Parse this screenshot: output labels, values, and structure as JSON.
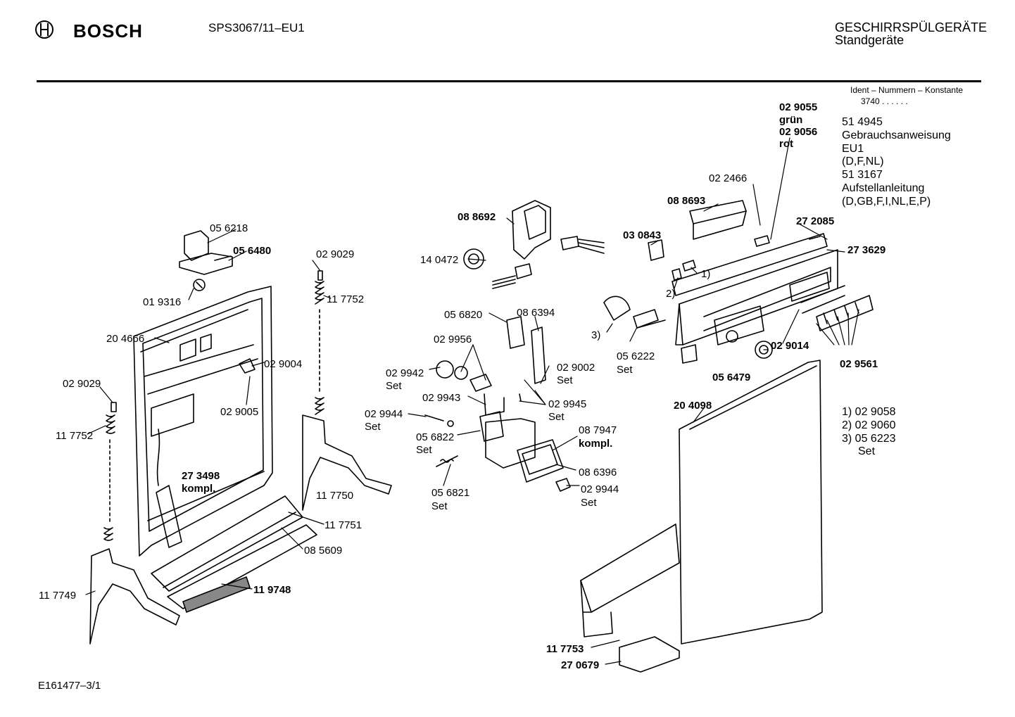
{
  "header": {
    "brand": "BOSCH",
    "model": "SPS3067/11–EU1",
    "category": "GESCHIRRSPÜLGERÄTE",
    "subcategory": "Standgeräte"
  },
  "ident": {
    "title": "Ident – Nummern – Konstante",
    "value": "3740 . . . . . ."
  },
  "docs": [
    "51 4945",
    "Gebrauchsanweisung",
    "EU1",
    "(D,F,NL)",
    "51 3167",
    "Aufstellanleitung",
    "(D,GB,F,I,NL,E,P)"
  ],
  "notes": [
    "1)  02 9058",
    "2)  02 9060",
    "3)  05 6223",
    "Set"
  ],
  "footer": {
    "code": "E161477–3/1"
  },
  "parts": {
    "p029055": "02 9055",
    "gruen": "grün",
    "p029056": "02 9056",
    "rot": "rot",
    "p022466": "02 2466",
    "p088693": "08 8693",
    "p272085": "27 2085",
    "p273629": "27 3629",
    "p030843": "03 0843",
    "m1": "1)",
    "m2": "2)",
    "m3": "3)",
    "p088692": "08 8692",
    "p140472": "14 0472",
    "p056820": "05 6820",
    "p086394": "08 6394",
    "p029956": "02 9956",
    "p029942": "02 9942",
    "set1": "Set",
    "p029002": "02 9002",
    "set2": "Set",
    "p029943": "02 9943",
    "p029945": "02 9945",
    "set3": "Set",
    "p029944a": "02 9944",
    "set4": "Set",
    "p056822": "05 6822",
    "set5": "Set",
    "p087947": "08 7947",
    "kompl1": "kompl.",
    "p086396": "08 6396",
    "p056821": "05 6821",
    "set6": "Set",
    "p029944b": "02 9944",
    "set7": "Set",
    "p056222": "05 6222",
    "set8": "Set",
    "p029014": "02 9014",
    "p056479": "05 6479",
    "p029561": "02 9561",
    "p204098": "20 4098",
    "p117753": "11 7753",
    "p270679": "27 0679",
    "p056218": "05 6218",
    "p056480": "05 6480",
    "p019316": "01 9316",
    "p204666": "20 4666",
    "p029004": "02 9004",
    "p029005": "02 9005",
    "p029029a": "02 9029",
    "p117752a": "11 7752",
    "p029029b": "02 9029",
    "p117752b": "11 7752",
    "p273498": "27 3498",
    "kompl2": "kompl.",
    "p117750": "11 7750",
    "p117751": "11 7751",
    "p085609": "08 5609",
    "p119748": "11 9748",
    "p117749": "11 7749"
  }
}
